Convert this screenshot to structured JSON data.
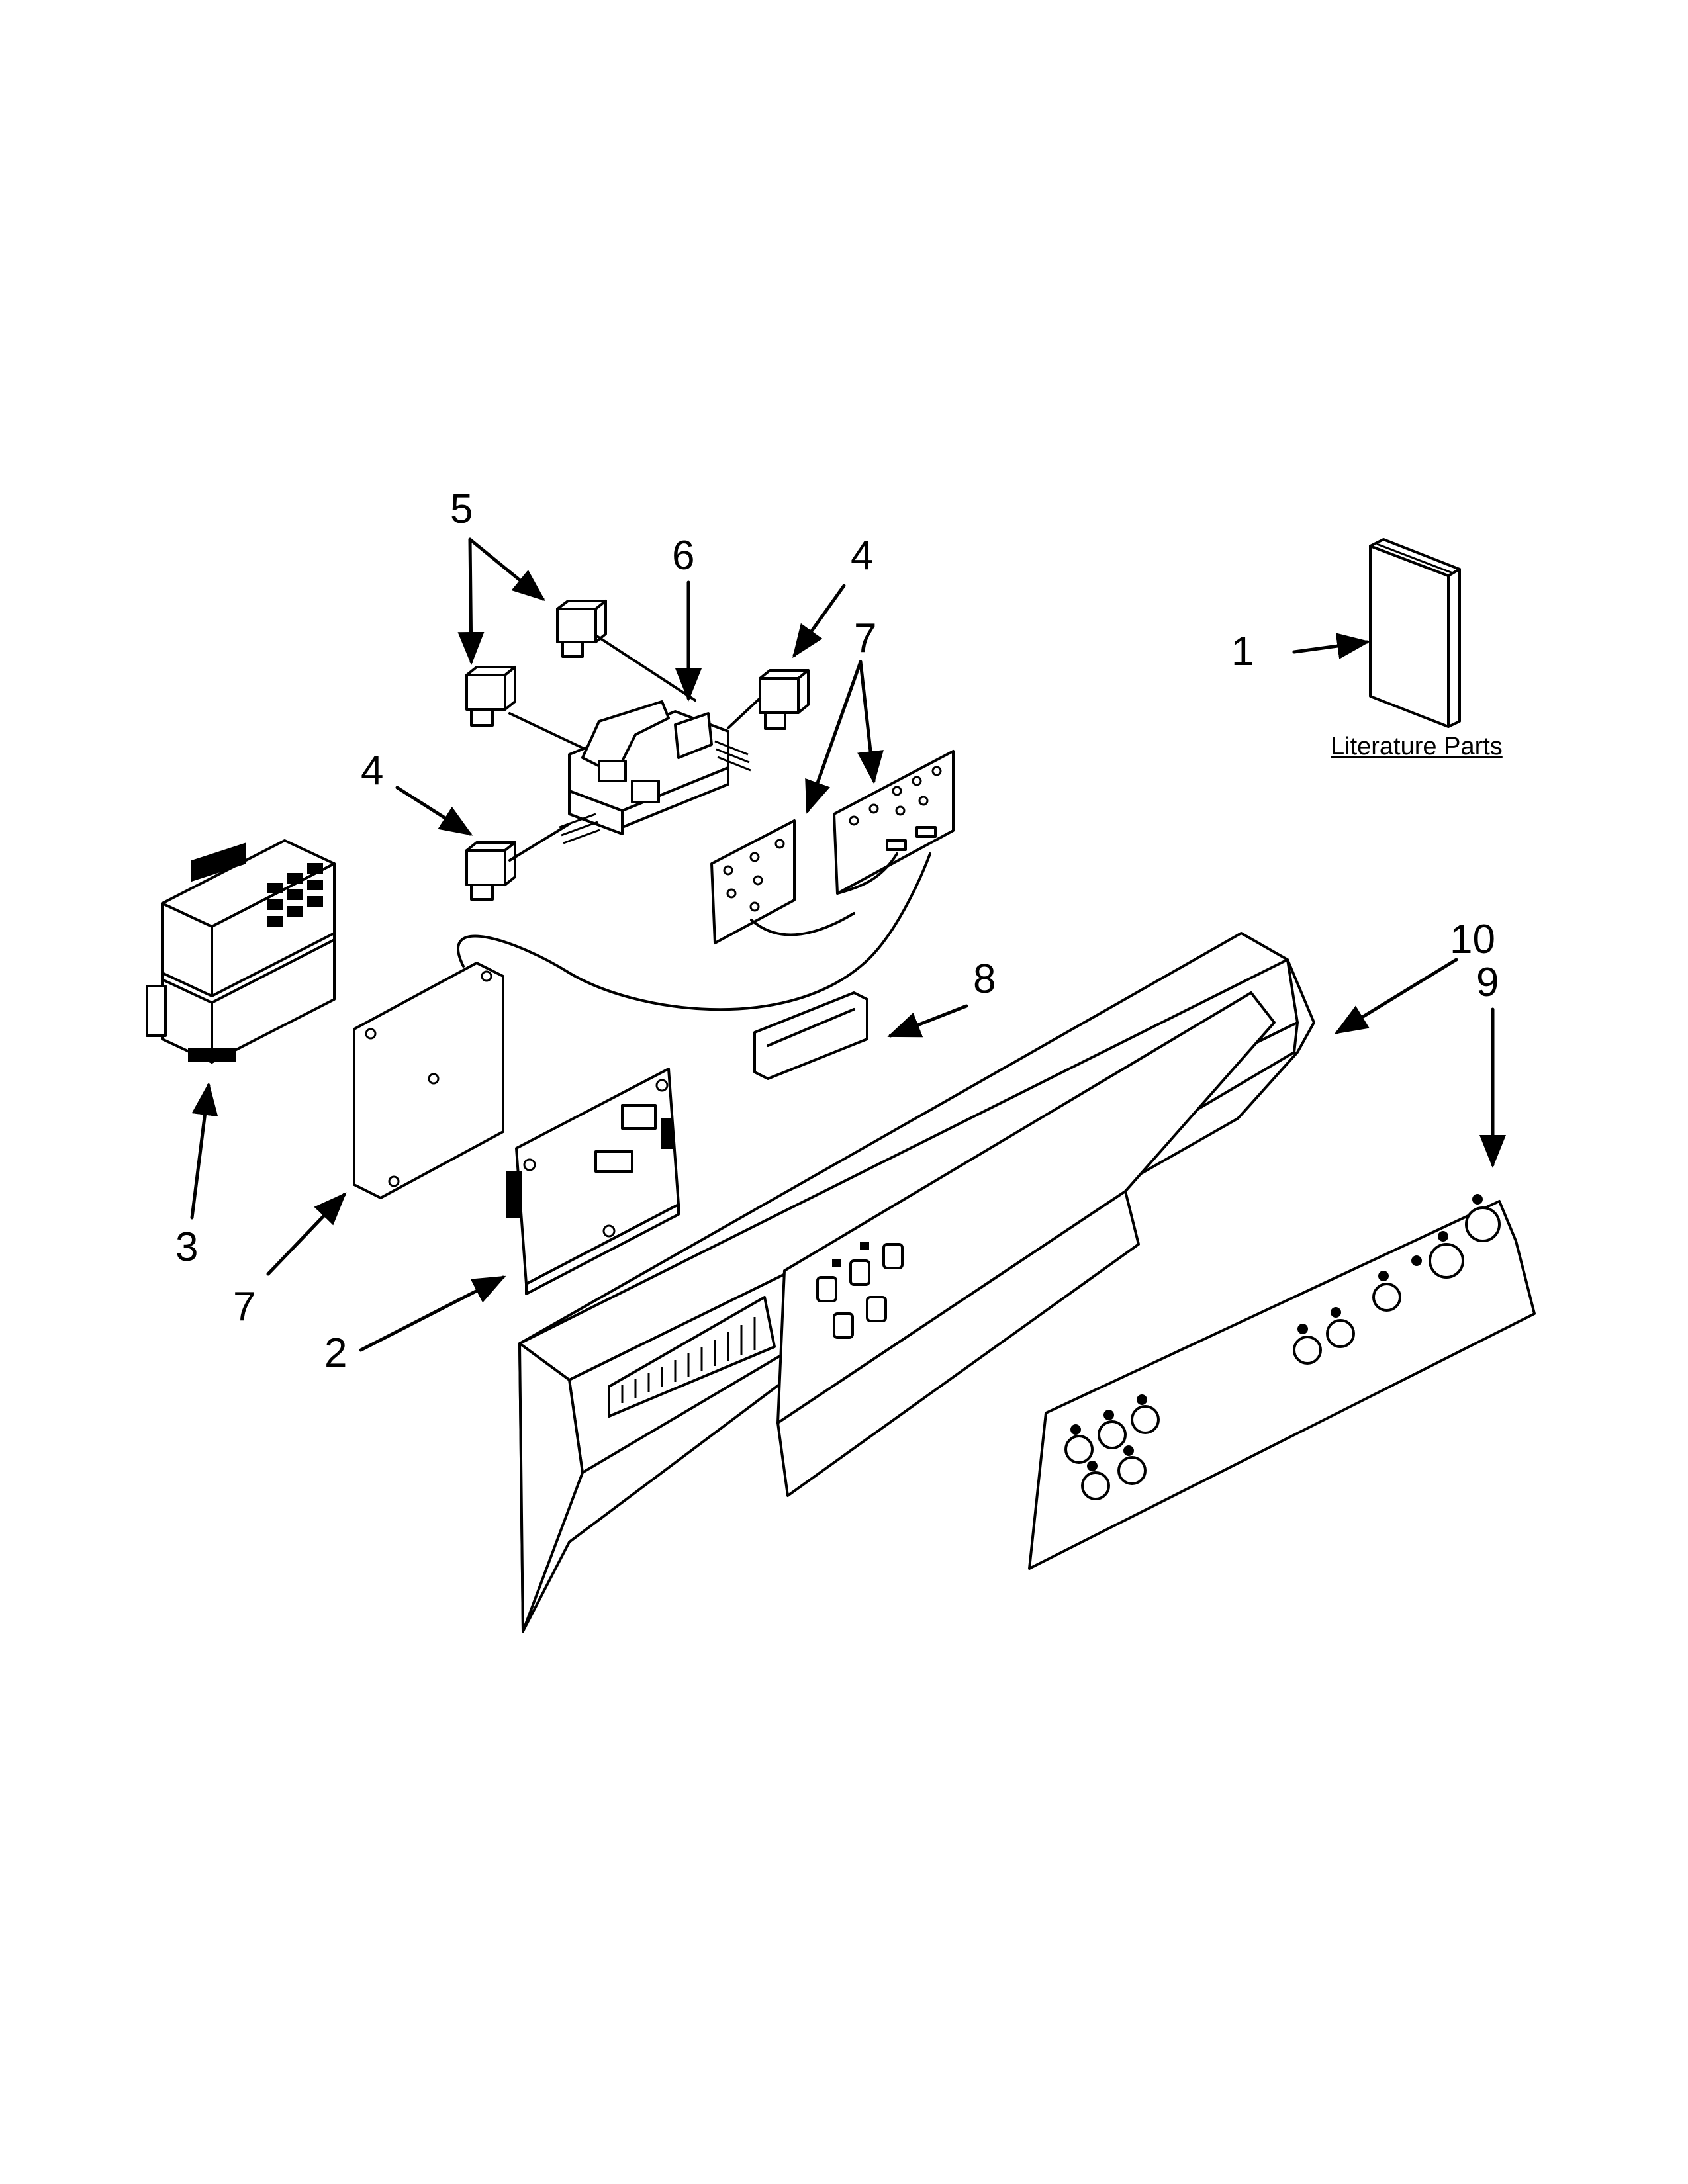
{
  "callouts": {
    "c1": "1",
    "c2": "2",
    "c3": "3",
    "c4a": "4",
    "c4b": "4",
    "c5": "5",
    "c6": "6",
    "c7a": "7",
    "c7b": "7",
    "c8": "8",
    "c9": "9",
    "c10": "10"
  },
  "literature_label": "Literature Parts"
}
